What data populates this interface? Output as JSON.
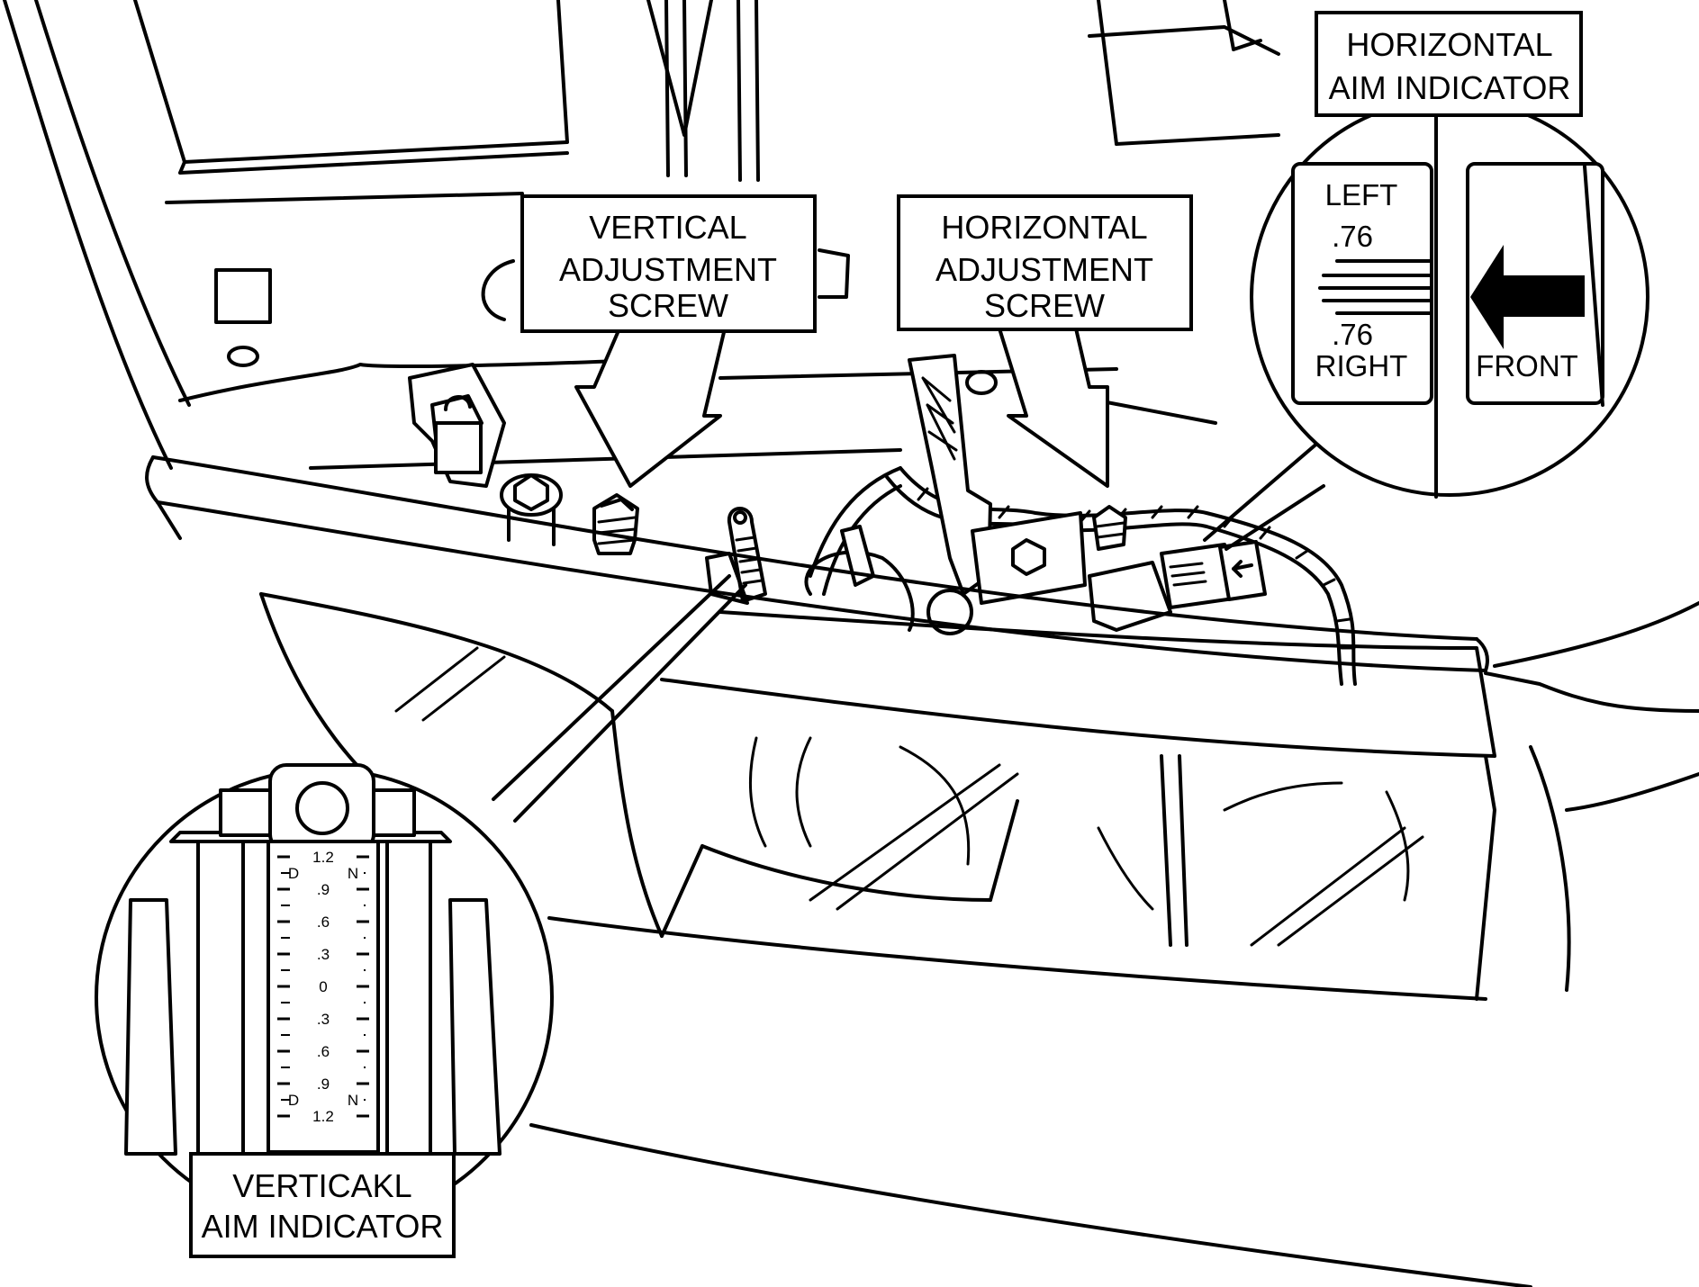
{
  "callouts": {
    "vertical_screw": [
      "VERTICAL",
      "ADJUSTMENT",
      "SCREW"
    ],
    "horizontal_screw": [
      "HORIZONTAL",
      "ADJUSTMENT",
      "SCREW"
    ],
    "horizontal_indicator": [
      "HORIZONTAL",
      "AIM INDICATOR"
    ],
    "vertical_indicator": [
      "VERTICAKL",
      "AIM INDICATOR"
    ]
  },
  "horizontal_zoom": {
    "left_label": "LEFT",
    "top_value": ".76",
    "bottom_value": ".76",
    "right_label": "RIGHT",
    "front_label": "FRONT"
  },
  "vertical_scale": {
    "left_letter": "D",
    "right_letter": "N",
    "values": [
      "1.2",
      ".9",
      ".6",
      ".3",
      "0",
      ".3",
      ".6",
      ".9",
      "1.2"
    ]
  }
}
